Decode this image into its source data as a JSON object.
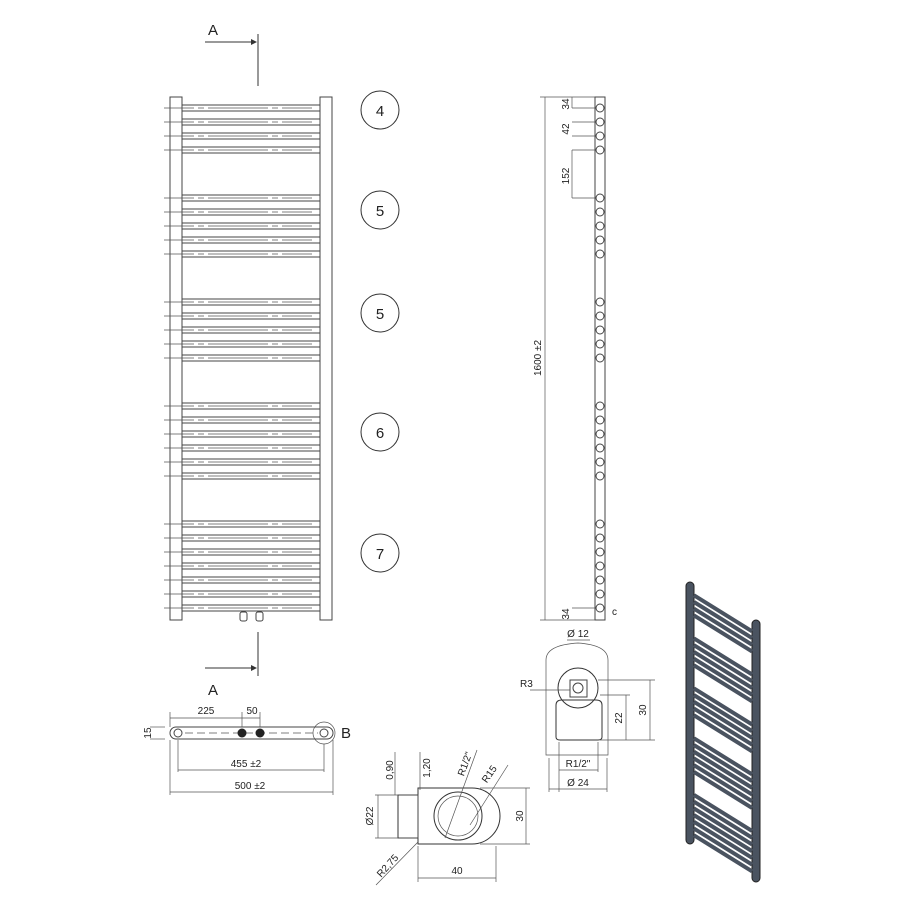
{
  "section_marker": {
    "label": "A"
  },
  "front_view": {
    "bar_groups": [
      {
        "count_label": "4",
        "count": 4
      },
      {
        "count_label": "5",
        "count": 5
      },
      {
        "count_label": "5",
        "count": 5
      },
      {
        "count_label": "6",
        "count": 6
      },
      {
        "count_label": "7",
        "count": 7
      }
    ]
  },
  "side_view": {
    "height_label": "1600 ±2",
    "top_offset": "34",
    "bar_pitch": "42",
    "group_gap": "152",
    "bottom_offset": "34",
    "detail_marker": "c"
  },
  "top_view": {
    "depth": "15",
    "connection_offset": "225",
    "connection_spacing": "50",
    "center_distance": "455 ±2",
    "overall_width": "500 ±2",
    "detail_marker": "B"
  },
  "detail_b": {
    "wall_1": "0,90",
    "wall_2": "1,20",
    "thread": "R1/2\"",
    "radius": "R15",
    "height": "30",
    "tube_diameter": "Ø22",
    "corner_radius": "R2,75",
    "width": "40"
  },
  "detail_c": {
    "bore": "Ø 12",
    "radius": "R3",
    "inner_height": "22",
    "height": "30",
    "thread": "R1/2\"",
    "diameter": "Ø 24"
  },
  "render_color": "#4a5360"
}
